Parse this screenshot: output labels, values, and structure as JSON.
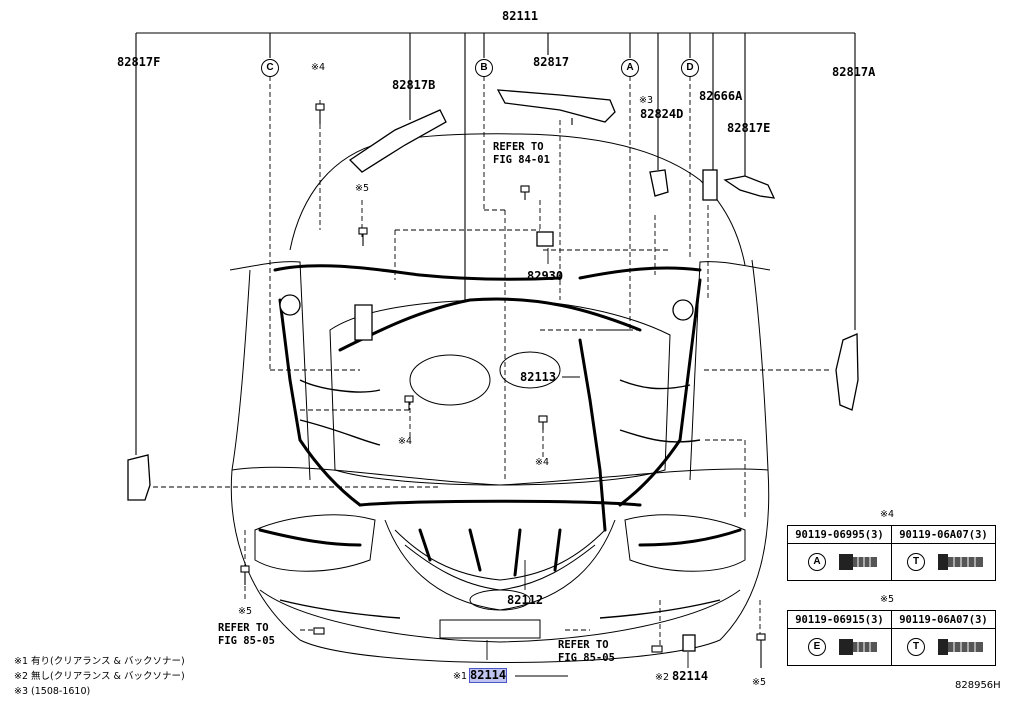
{
  "diagram": {
    "labels": {
      "main": "82111",
      "l82817F": "82817F",
      "l82817B": "82817B",
      "l82817": "82817",
      "l82817A": "82817A",
      "l82666A": "82666A",
      "l82824D": "82824D",
      "l82817E": "82817E",
      "l82930": "82930",
      "l82113": "82113",
      "l82112": "82112",
      "l82114a": "82114",
      "l82114b": "82114",
      "refer1_a": "REFER TO",
      "refer1_b": "FIG 84-01",
      "refer2_a": "REFER TO",
      "refer2_b": "FIG 85-05",
      "refer3_a": "REFER TO",
      "refer3_b": "FIG 85-05",
      "note3": "※3",
      "note4a": "※4",
      "note4b": "※4",
      "note4c": "※4",
      "note5a": "※5",
      "note5b": "※5",
      "note5c": "※5",
      "note1": "※1",
      "note2": "※2",
      "figure_id": "828956H"
    },
    "circles": {
      "c": "C",
      "b": "B",
      "a": "A",
      "d": "D"
    },
    "footnotes": [
      "※1 有り(クリアランス & バックソナー)",
      "※2 無し(クリアランス & バックソナー)",
      "※3 (1508-1610)"
    ],
    "fastener_tables": [
      {
        "header": "※4",
        "parts": [
          "90119-06995(3)",
          "90119-06A07(3)"
        ],
        "marks": [
          "A",
          "T"
        ]
      },
      {
        "header": "※5",
        "parts": [
          "90119-06915(3)",
          "90119-06A07(3)"
        ],
        "marks": [
          "E",
          "T"
        ]
      }
    ]
  }
}
